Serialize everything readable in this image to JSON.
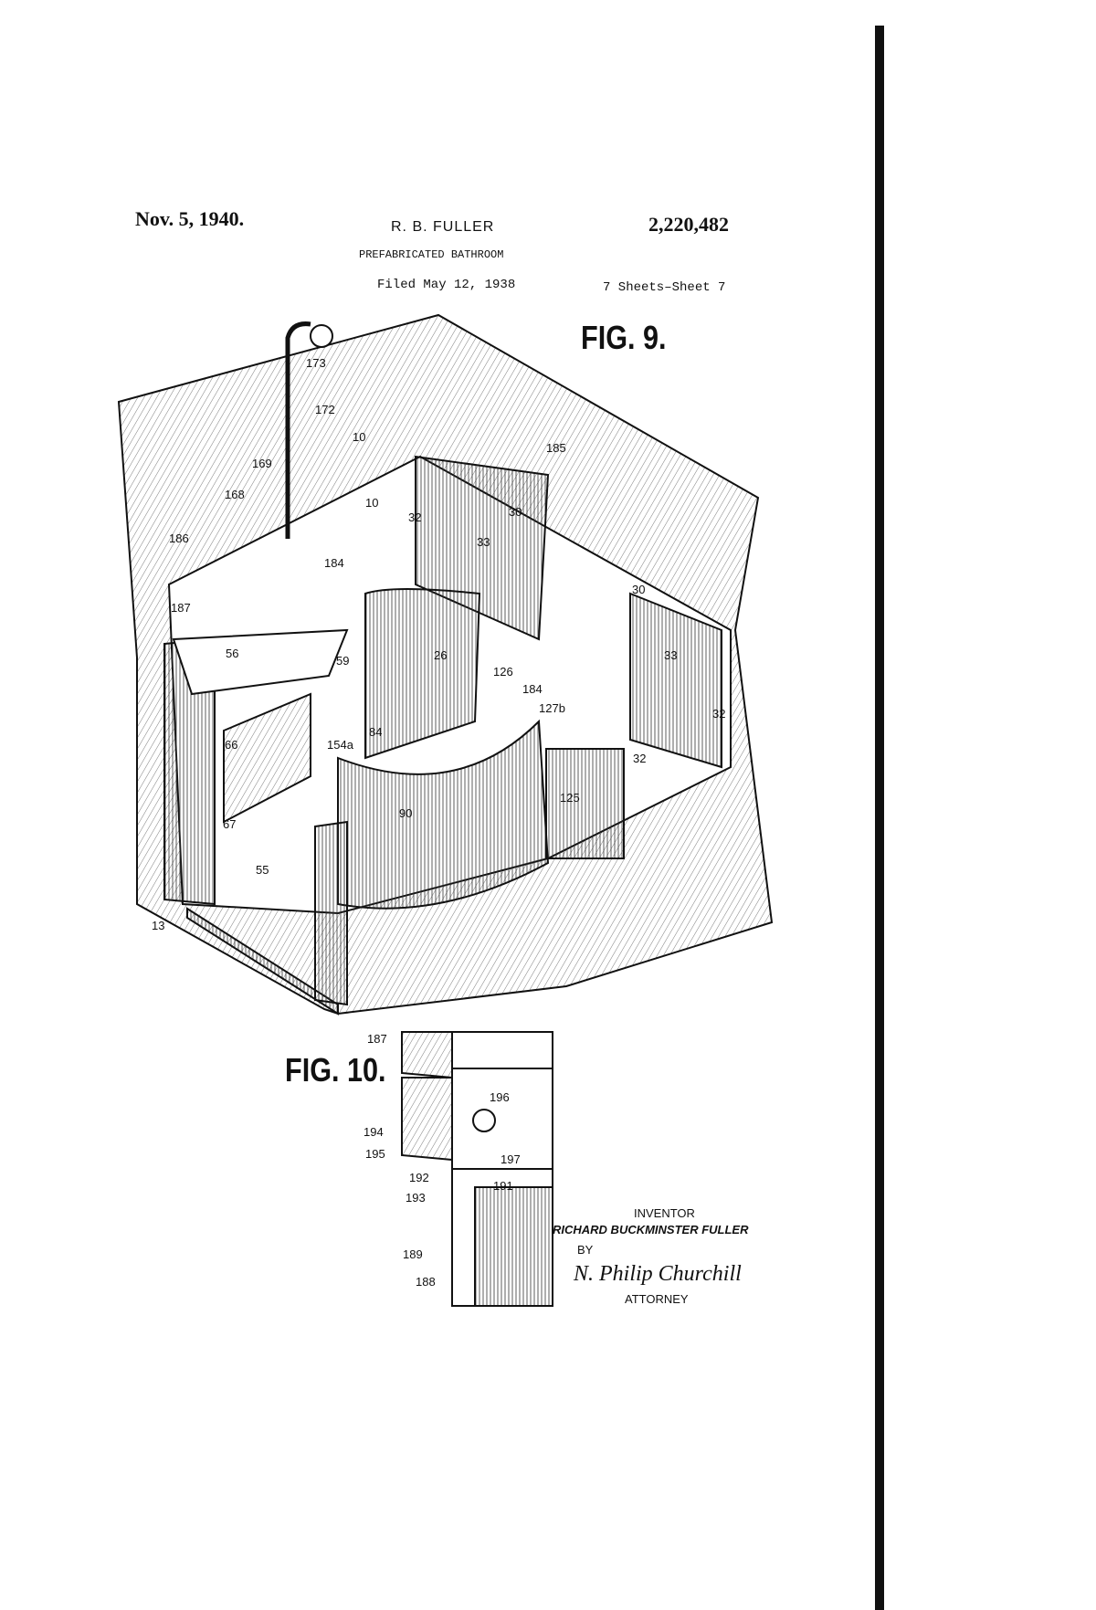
{
  "header": {
    "date": "Nov. 5, 1940.",
    "inventor": "R. B. FULLER",
    "patent_number": "2,220,482",
    "title": "PREFABRICATED BATHROOM",
    "filed": "Filed May 12, 1938",
    "sheets": "7 Sheets–Sheet 7"
  },
  "figures": {
    "fig9": {
      "label": "FIG. 9.",
      "refs": [
        "173",
        "172",
        "10",
        "185",
        "169",
        "168",
        "10",
        "186",
        "184",
        "32",
        "30",
        "33",
        "30",
        "187",
        "56",
        "59",
        "26",
        "126",
        "184",
        "127b",
        "33",
        "32",
        "66",
        "154a",
        "84",
        "32",
        "67",
        "90",
        "125",
        "55",
        "13"
      ]
    },
    "fig10": {
      "label": "FIG. 10.",
      "refs": [
        "187",
        "196",
        "194",
        "195",
        "197",
        "192",
        "193",
        "191",
        "189",
        "188"
      ]
    }
  },
  "signature_block": {
    "inventor_label": "INVENTOR",
    "inventor_name": "RICHARD BUCKMINSTER FULLER",
    "by_label": "BY",
    "signature": "N. Philip Churchill",
    "attorney_label": "ATTORNEY"
  }
}
